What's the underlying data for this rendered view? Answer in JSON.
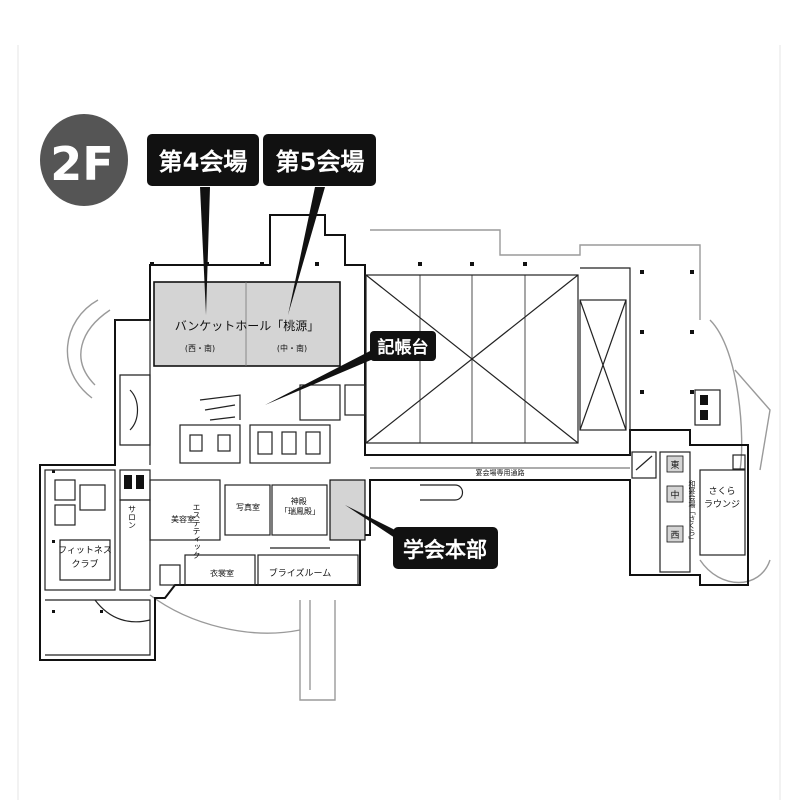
{
  "floor": {
    "label": "2F"
  },
  "callouts": {
    "hall4": "第4会場",
    "hall5": "第5会場",
    "kichodai": "記帳台",
    "headquarters": "学会本部"
  },
  "rooms": {
    "banquet_hall": "バンケットホール「桃源」",
    "banquet_west_south": "(西・南)",
    "banquet_center_south": "(中・南)",
    "corridor": "宴会場専用通路",
    "beauty": "美容室",
    "photo": "写真室",
    "shrine_hall": "神殿\n「瑞鳳殿」",
    "costume": "衣裳室",
    "bride_room": "ブライズルーム",
    "esthetic_salon": "エステティック\nサロン",
    "fitness_club": "フィットネス\nクラブ",
    "east": "東",
    "center": "中",
    "west": "西",
    "japanese_banquet": "和宴会場「さくら」",
    "sakura_lounge": "さくら\nラウンジ"
  },
  "colors": {
    "hall_fill": "#d4d4d4",
    "callout_bg": "#111111",
    "badge_bg": "#555555",
    "line": "#111111",
    "grey_line": "#9a9a9a"
  }
}
